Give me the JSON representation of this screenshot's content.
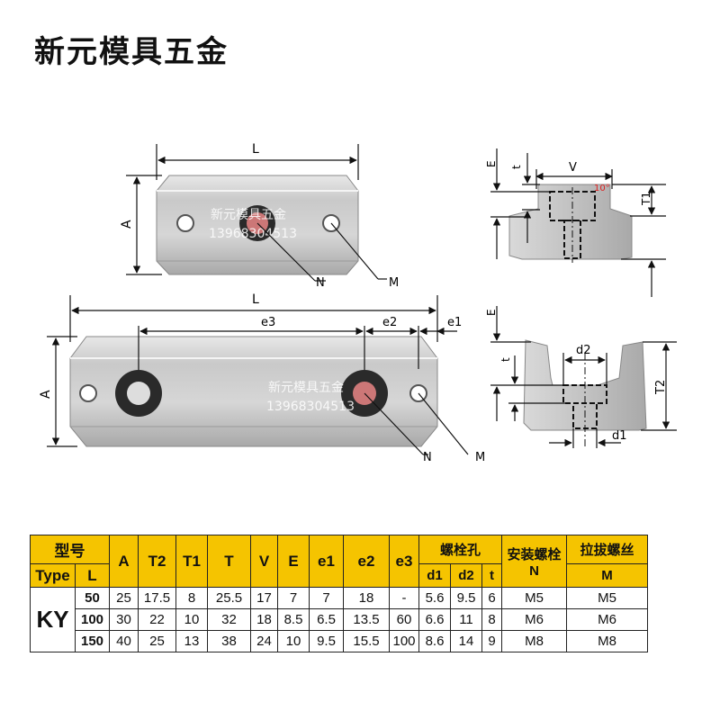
{
  "brand": "新元模具五金",
  "watermark": {
    "line1": "新元模具五金",
    "line2": "13968304513"
  },
  "labels": {
    "L": "L",
    "A": "A",
    "N": "N",
    "M": "M",
    "E": "E",
    "t": "t",
    "V": "V",
    "T1": "T1",
    "T2": "T2",
    "e1": "e1",
    "e2": "e2",
    "e3": "e3",
    "d1": "d1",
    "d2": "d2",
    "angle": "10°"
  },
  "table": {
    "header_model": "型号",
    "header_type": "Type",
    "header_L": "L",
    "columns": [
      "A",
      "T2",
      "T1",
      "T",
      "V",
      "E",
      "e1",
      "e2",
      "e3"
    ],
    "bolt_hole": "螺栓孔",
    "bolt_sub": [
      "d1",
      "d2",
      "t"
    ],
    "install_bolt": "安装螺栓 N",
    "pull_bolt": "拉拔螺丝",
    "pull_bolt_sub": "M",
    "type_name": "KY",
    "rows": [
      {
        "L": "50",
        "A": "25",
        "T2": "17.5",
        "T1": "8",
        "T": "25.5",
        "V": "17",
        "E": "7",
        "e1": "7",
        "e2": "18",
        "e3": "-",
        "d1": "5.6",
        "d2": "9.5",
        "t": "6",
        "N": "M5",
        "M": "M5"
      },
      {
        "L": "100",
        "A": "30",
        "T2": "22",
        "T1": "10",
        "T": "32",
        "V": "18",
        "E": "8.5",
        "e1": "6.5",
        "e2": "13.5",
        "e3": "60",
        "d1": "6.6",
        "d2": "11",
        "t": "8",
        "N": "M6",
        "M": "M6"
      },
      {
        "L": "150",
        "A": "40",
        "T2": "25",
        "T1": "13",
        "T": "38",
        "V": "24",
        "E": "10",
        "e1": "9.5",
        "e2": "15.5",
        "e3": "100",
        "d1": "8.6",
        "d2": "14",
        "t": "9",
        "N": "M8",
        "M": "M8"
      }
    ]
  }
}
